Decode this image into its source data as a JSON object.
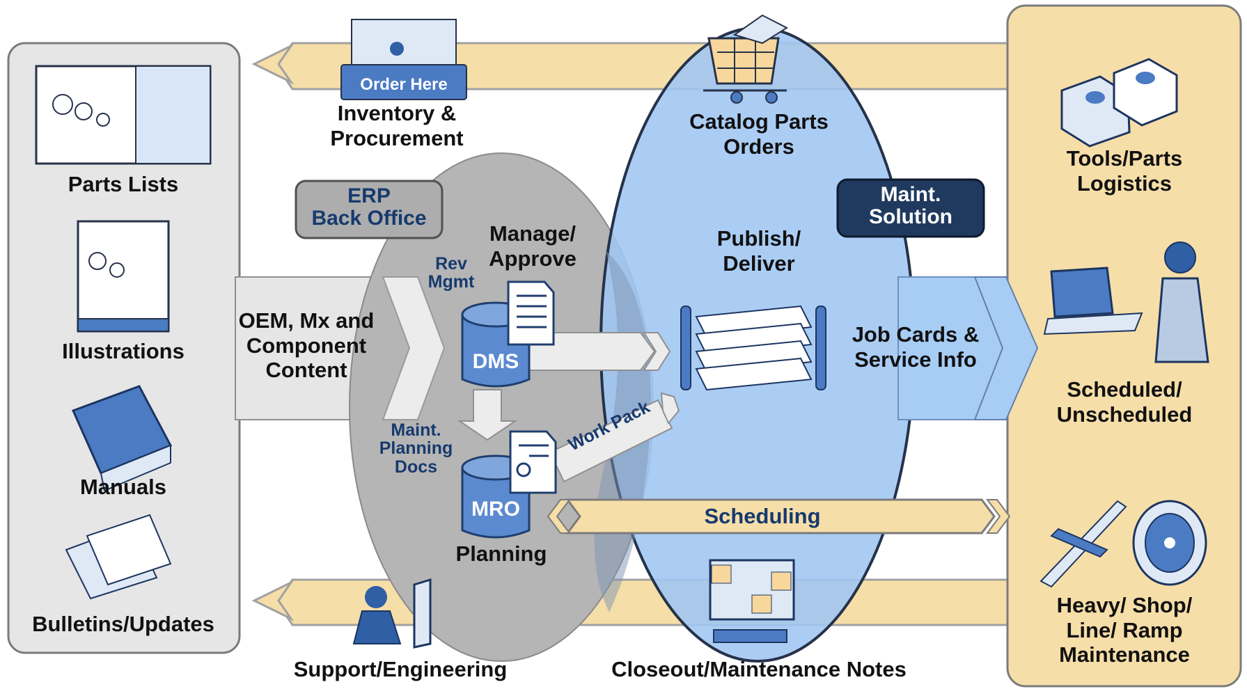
{
  "colors": {
    "left_panel": "#e6e6e6",
    "right_panel": "#f6dea8",
    "erp_oval": "#b5b5b5",
    "maint_oval": "#9fc6f2",
    "arrow_light": "#ececec",
    "arrow_blue": "#a7cdf5",
    "navy": "#173a6e",
    "icon_blue": "#4b7bc3"
  },
  "sources": {
    "parts_lists": "Parts Lists",
    "illustrations": "Illustrations",
    "manuals": "Manuals",
    "bulletins": "Bulletins/Updates"
  },
  "content_flow": "OEM, Mx and\nComponent\nContent",
  "top_flow": {
    "order_sign": "Order Here",
    "inventory": "Inventory &\nProcurement",
    "catalog": "Catalog Parts\nOrders"
  },
  "erp": {
    "badge": "ERP\nBack Office",
    "manage": "Manage/\nApprove",
    "rev": "Rev\nMgmt",
    "dms": "DMS",
    "planning_docs": "Maint.\nPlanning\nDocs",
    "mro": "MRO",
    "planning": "Planning",
    "work_pack": "Work Pack"
  },
  "maint": {
    "badge": "Maint.\nSolution",
    "publish": "Publish/\nDeliver",
    "job_cards": "Job Cards &\nService Info",
    "scheduling": "Scheduling"
  },
  "outcomes": {
    "tools": "Tools/Parts\nLogistics",
    "scheduled": "Scheduled/\nUnscheduled",
    "heavy": "Heavy/ Shop/\nLine/ Ramp\nMaintenance"
  },
  "bottom_flow": {
    "support": "Support/Engineering",
    "closeout": "Closeout/Maintenance Notes"
  }
}
